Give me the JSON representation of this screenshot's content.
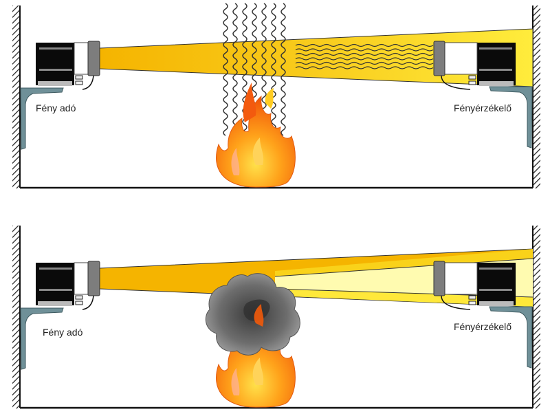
{
  "panels": [
    {
      "id": "heat",
      "transmitter_label": "Fény adó",
      "receiver_label": "Fényérzékelő"
    },
    {
      "id": "smoke",
      "transmitter_label": "Fény adó",
      "receiver_label": "Fényérzékelő"
    }
  ],
  "colors": {
    "beam_orange": "#f5b400",
    "beam_yellow": "#ffe83a",
    "beam_light": "#fffbb0",
    "bracket": "#6f9098",
    "smoke": "#7a7a7a"
  }
}
